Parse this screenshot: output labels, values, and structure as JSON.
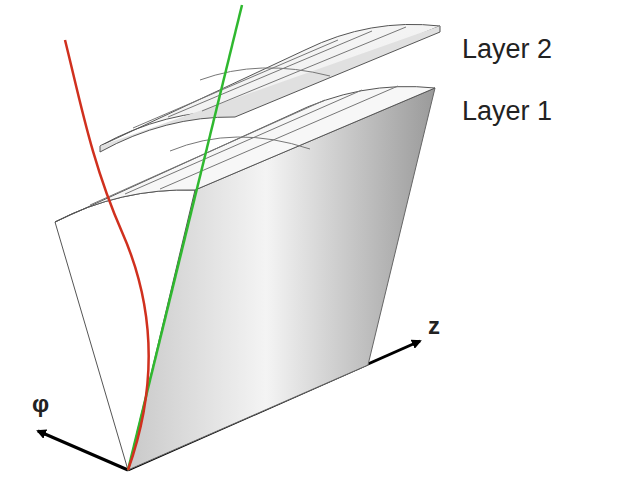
{
  "diagram": {
    "labels": [
      "Layer 2",
      "Layer 1",
      "z",
      "φ"
    ]
  }
}
